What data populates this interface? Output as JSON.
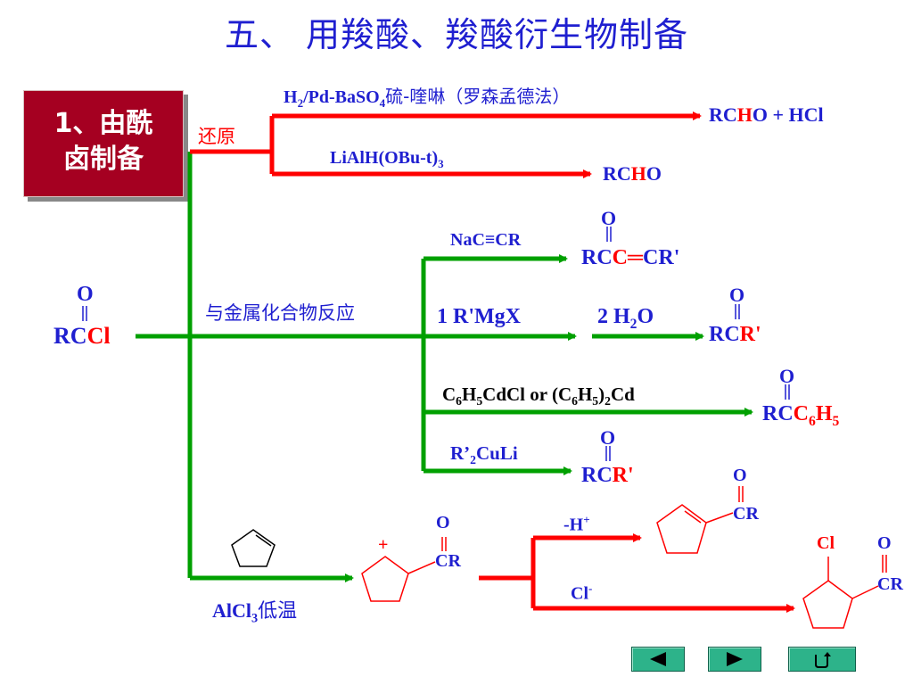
{
  "title": "五、 用羧酸、羧酸衍生物制备",
  "section": {
    "line1": "1、由酰",
    "line2": "卤制备"
  },
  "start": {
    "o": "O",
    "rc": "RC",
    "cl": "Cl"
  },
  "reduction": {
    "label": "还原",
    "reagent1": {
      "a": "H",
      "b": "2",
      "c": "/Pd-BaSO",
      "d": "4",
      "e": "硫-喹啉（罗森孟德法）"
    },
    "product1": {
      "rc": "RC",
      "h": "H",
      "rest": "O  +  HCl"
    },
    "reagent2": {
      "a": "LiAlH(OBu-t)",
      "b": "3"
    },
    "product2": {
      "rc": "RC",
      "h": "H",
      "o": "O"
    }
  },
  "organometallic": {
    "label": "与金属化合物反应",
    "r1": {
      "reagent": "NaC≡CR",
      "o": "O",
      "p1": "RC",
      "p2": "C",
      "p3": "═",
      "p4": "CR'"
    },
    "r2": {
      "step1": "1  R'MgX",
      "step2a": "2  H",
      "step2b": "2",
      "step2c": "O",
      "o": "O",
      "p1": "RC",
      "p2": "R'"
    },
    "r3": {
      "a": "C",
      "b": "6",
      "c": "H",
      "d": "5",
      "e": "CdCl   or  (C",
      "f": "6",
      "g": "H",
      "h": "5",
      "i": ")",
      "j": "2",
      "k": "Cd",
      "o": "O",
      "p1": "RC",
      "p2": "C",
      "p3": "6",
      "p4": "H",
      "p5": "5"
    },
    "r4": {
      "a": "R’",
      "b": "2",
      "c": "CuLi",
      "o": "O",
      "p1": "RC",
      "p2": "R'"
    }
  },
  "friedel": {
    "catalyst": "AlCl",
    "catalyst_sub": "3",
    "condition": "低温",
    "cation_plus": "+",
    "cation_o": "O",
    "cation_cr": "CR",
    "elim_label": "-H",
    "elim_sup": "+",
    "elim_o": "O",
    "elim_cr": "CR",
    "add_label": "Cl",
    "add_sup": "-",
    "add_cl": "Cl",
    "add_o": "O",
    "add_cr": "CR"
  },
  "colors": {
    "blue": "#1f1fd0",
    "red": "#ff0000",
    "green": "#00a000",
    "badge": "#a50021"
  },
  "nav": [
    "previous-button",
    "next-button",
    "return-button"
  ]
}
